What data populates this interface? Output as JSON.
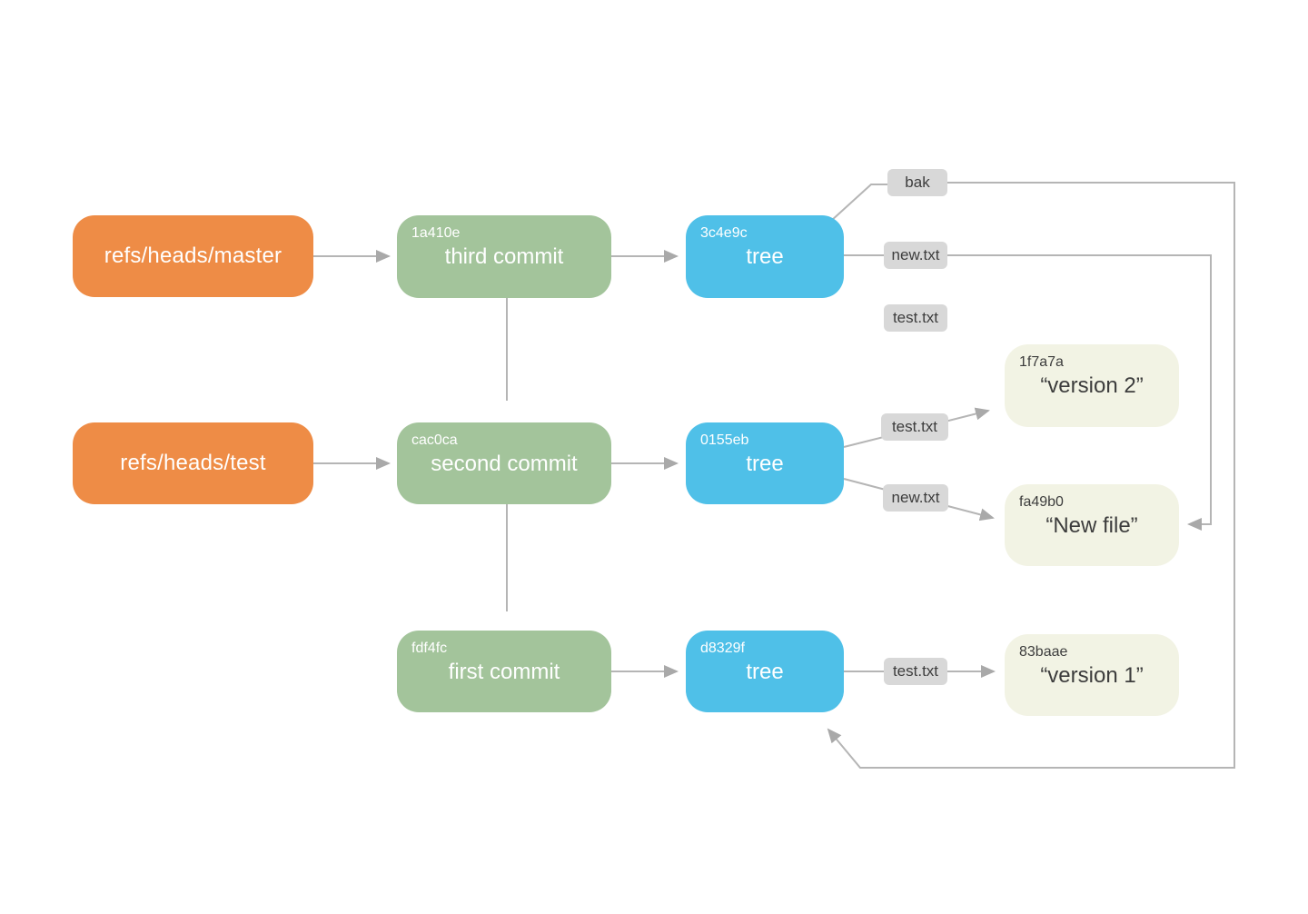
{
  "colors": {
    "bg": "#ffffff",
    "ref_color": "#ee8c46",
    "commit_color": "#a3c49b",
    "tree_color": "#4fc0e8",
    "blob_color": "#f2f3e4",
    "file_label_bg": "#d8d8d8",
    "dark_text": "#3d3d3d",
    "line_color": "#b5b5b5",
    "arrow_color": "#a9a9a9",
    "box_text": "#ffffff"
  },
  "refs": [
    {
      "label": "refs/heads/master"
    },
    {
      "label": "refs/heads/test"
    }
  ],
  "commits": [
    {
      "hash": "1a410e",
      "label": "third commit"
    },
    {
      "hash": "cac0ca",
      "label": "second commit"
    },
    {
      "hash": "fdf4fc",
      "label": "first commit"
    }
  ],
  "trees": [
    {
      "hash": "3c4e9c",
      "label": "tree"
    },
    {
      "hash": "0155eb",
      "label": "tree"
    },
    {
      "hash": "d8329f",
      "label": "tree"
    }
  ],
  "blobs": [
    {
      "hash": "1f7a7a",
      "label": "“version 2”"
    },
    {
      "hash": "fa49b0",
      "label": "“New file”"
    },
    {
      "hash": "83baae",
      "label": "“version 1”"
    }
  ],
  "file_labels": [
    {
      "text": "bak"
    },
    {
      "text": "new.txt"
    },
    {
      "text": "test.txt"
    },
    {
      "text": "test.txt"
    },
    {
      "text": "new.txt"
    },
    {
      "text": "test.txt"
    }
  ]
}
